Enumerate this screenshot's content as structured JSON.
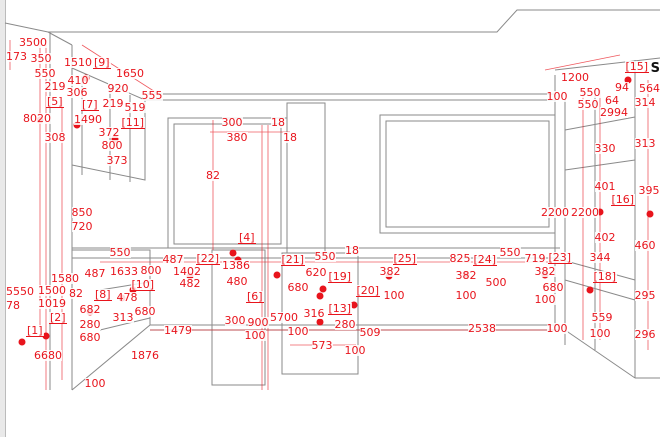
{
  "drawing": {
    "colors": {
      "dimension": "#e8141c",
      "structure": "#8a8a8a",
      "background": "#ffffff"
    },
    "corner_text": "S",
    "dimension_labels": [
      "3500",
      "173",
      "350",
      "550",
      "219",
      "306",
      "8020",
      "308",
      "1510",
      "1650",
      "920",
      "410",
      "555",
      "219",
      "519",
      "1490",
      "372",
      "800",
      "373",
      "82",
      "850",
      "720",
      "300",
      "18",
      "380",
      "18",
      "1200",
      "100",
      "550",
      "550",
      "64",
      "94",
      "564",
      "314",
      "2994",
      "330",
      "313",
      "401",
      "395",
      "2200",
      "2200",
      "402",
      "460",
      "295",
      "296",
      "344",
      "680",
      "559",
      "100",
      "5550",
      "1500",
      "1019",
      "82",
      "78",
      "1580",
      "487",
      "1633",
      "800",
      "478",
      "682",
      "280",
      "313",
      "680",
      "680",
      "6680",
      "1876",
      "1479",
      "100",
      "550",
      "487",
      "1402",
      "482",
      "1386",
      "480",
      "300",
      "900",
      "5700",
      "100",
      "680",
      "550",
      "18",
      "620",
      "280",
      "316",
      "100",
      "573",
      "100",
      "509",
      "382",
      "100",
      "2538",
      "825",
      "382",
      "550",
      "500",
      "100",
      "719",
      "382",
      "100",
      "100"
    ],
    "item_tags": [
      "[1]",
      "[2]",
      "[4]",
      "[5]",
      "[6]",
      "[7]",
      "[8]",
      "[9]",
      "[10]",
      "[11]",
      "[13]",
      "[15]",
      "[16]",
      "[18]",
      "[19]",
      "[20]",
      "[21]",
      "[22]",
      "[23]",
      "[24]",
      "[25]"
    ]
  }
}
